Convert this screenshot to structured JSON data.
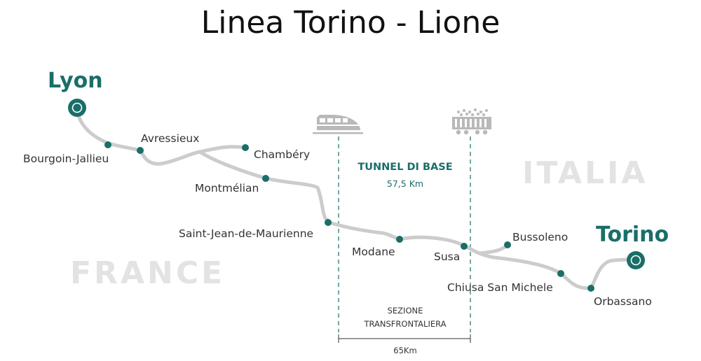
{
  "title": "Linea Torino - Lione",
  "countries": {
    "france": "FRANCE",
    "italia": "ITALIA"
  },
  "cities": {
    "lyon": "Lyon",
    "torino": "Torino"
  },
  "stations": {
    "bourgoin": "Bourgoin-Jallieu",
    "avressieux": "Avressieux",
    "chambery": "Chambéry",
    "montmelian": "Montmélian",
    "saint_jean": "Saint-Jean-de-Maurienne",
    "modane": "Modane",
    "susa": "Susa",
    "bussoleno": "Bussoleno",
    "chiusa": "Chiusa San Michele",
    "orbassano": "Orbassano"
  },
  "tunnel": {
    "title": "TUNNEL DI BASE",
    "length": "57,5 Km"
  },
  "section": {
    "line1": "SEZIONE",
    "line2": "TRANSFRONTALIERA",
    "length": "65Km"
  },
  "icons": {
    "passenger": "high-speed-train-icon",
    "freight": "freight-wagon-icon"
  },
  "colors": {
    "accent": "#1a6e68",
    "line": "#cccccc",
    "country_text": "#e3e3e3"
  }
}
